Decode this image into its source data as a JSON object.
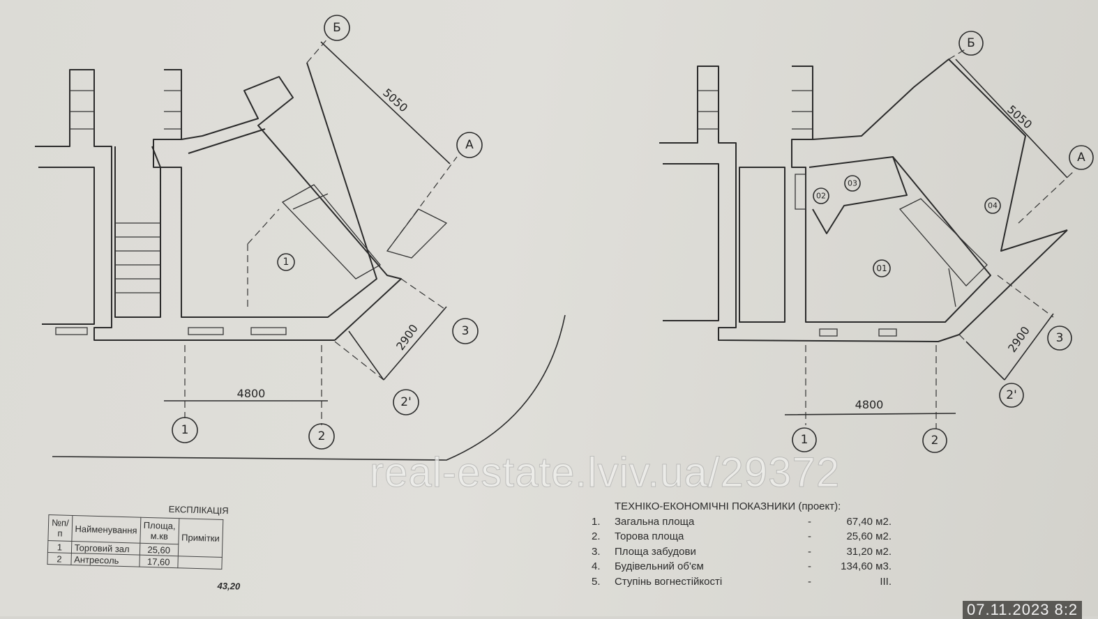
{
  "left_plan": {
    "axes": {
      "b": "Б",
      "a": "А",
      "three": "3",
      "two_prime": "2'",
      "one": "1",
      "two": "2"
    },
    "room": "1",
    "dims": {
      "d5050": "5050",
      "d2900": "2900",
      "d4800": "4800"
    }
  },
  "right_plan": {
    "axes": {
      "b": "Б",
      "a": "А",
      "three": "3",
      "two_prime": "2'",
      "one": "1",
      "two": "2"
    },
    "rooms": {
      "r01": "01",
      "r02": "02",
      "r03": "03",
      "r04": "04"
    },
    "dims": {
      "d5050": "5050",
      "d2900": "2900",
      "d4800": "4800"
    }
  },
  "watermark": "real-estate.lviv.ua/29372",
  "explication": {
    "title": "ЕКСПЛІКАЦІЯ",
    "headers": [
      "№п/п",
      "Найменування",
      "Площа, м.кв",
      "Примітки"
    ],
    "rows": [
      {
        "no": "1",
        "name": "Торговий зал",
        "area": "25,60",
        "note": ""
      },
      {
        "no": "2",
        "name": "Антресоль",
        "area": "17,60",
        "note": ""
      }
    ],
    "total": "43,20"
  },
  "indicators": {
    "title": "ТЕХНІКО-ЕКОНОМІЧНІ ПОКАЗНИКИ (проект):",
    "items": [
      {
        "num": "1.",
        "name": "Загальна площа",
        "dash": "-",
        "value": "67,40 м2."
      },
      {
        "num": "2.",
        "name": "Торова площа",
        "dash": "-",
        "value": "25,60 м2."
      },
      {
        "num": "3.",
        "name": "Площа забудови",
        "dash": "-",
        "value": "31,20 м2."
      },
      {
        "num": "4.",
        "name": "Будівельний об'єм",
        "dash": "-",
        "value": "134,60 м3."
      },
      {
        "num": "5.",
        "name": "Ступінь вогнестійкості",
        "dash": "-",
        "value": "III."
      }
    ]
  },
  "photo_timestamp": "07.11.2023 8:2"
}
